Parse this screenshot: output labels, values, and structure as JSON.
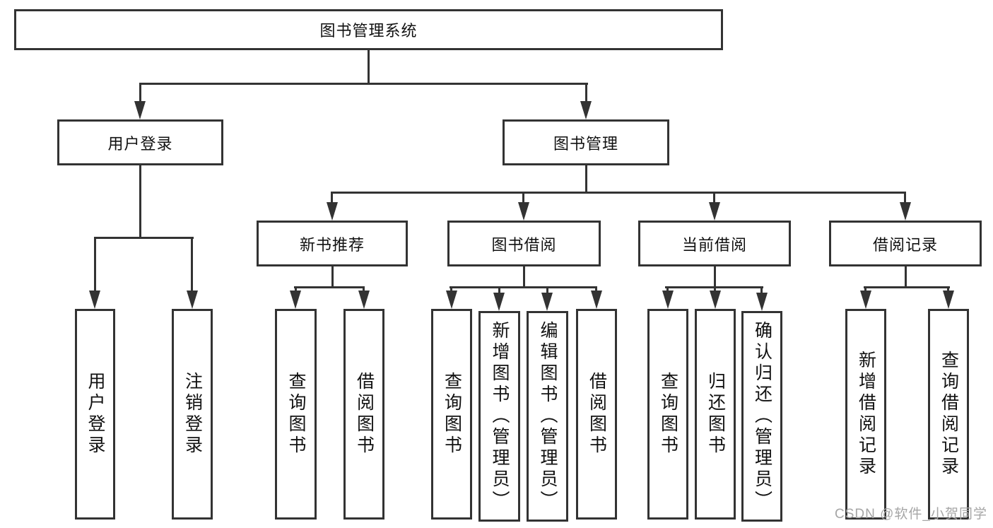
{
  "diagram": {
    "root": {
      "label": "图书管理系统"
    },
    "level2": {
      "user_login": {
        "label": "用户登录"
      },
      "book_mgmt": {
        "label": "图书管理"
      }
    },
    "level3": {
      "new_books": {
        "label": "新书推荐"
      },
      "book_borrow": {
        "label": "图书借阅"
      },
      "current_borrow": {
        "label": "当前借阅"
      },
      "borrow_records": {
        "label": "借阅记录"
      }
    },
    "leaves": {
      "user_login": [
        "用户登录",
        "注销登录"
      ],
      "new_books": [
        "查询图书",
        "借阅图书"
      ],
      "book_borrow": [
        "查询图书",
        "新增图书（管理员）",
        "编辑图书（管理员）",
        "借阅图书"
      ],
      "current_borrow": [
        "查询图书",
        "归还图书",
        "确认归还（管理员）"
      ],
      "borrow_records": [
        "新增借阅记录",
        "查询借阅记录"
      ]
    }
  },
  "watermark": {
    "text": "CSDN @软件_小贺同学"
  },
  "colors": {
    "line": "#333333",
    "text": "#111111",
    "watermark": "#a6a6a6",
    "background": "#ffffff"
  }
}
